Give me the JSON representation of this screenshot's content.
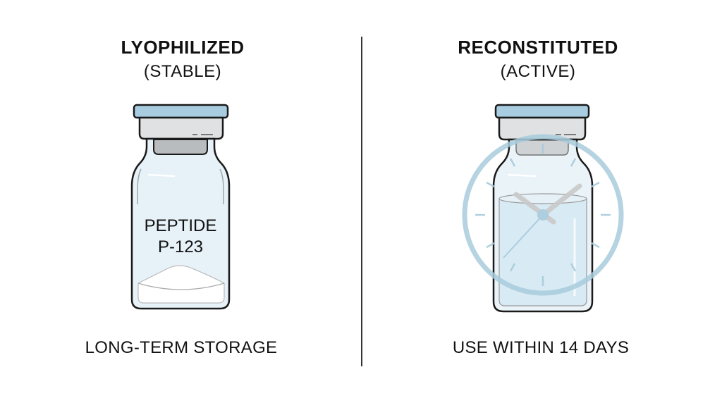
{
  "left_panel": {
    "title": "LYOPHILIZED",
    "subtitle": "(STABLE)",
    "vial_label_line1": "PEPTIDE",
    "vial_label_line2": "P-123",
    "caption": "LONG-TERM STORAGE"
  },
  "right_panel": {
    "title": "RECONSTITUTED",
    "subtitle": "(ACTIVE)",
    "caption": "USE WITHIN 14 DAYS"
  },
  "colors": {
    "cap": "#a9cde0",
    "crimp": "#dfe1e3",
    "stopper": "#b9bcbe",
    "glass": "#e6f1f8",
    "liquid": "#d8eaf3",
    "clock": "#a8cbdc",
    "outline": "#1a1a1a"
  }
}
